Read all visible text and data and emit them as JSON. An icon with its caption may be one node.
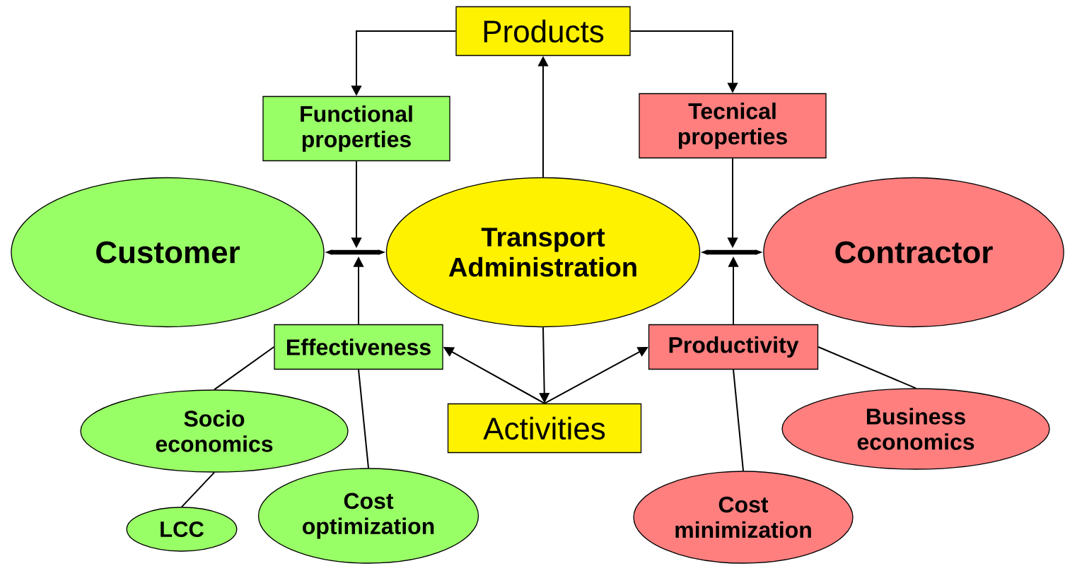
{
  "diagram": {
    "nodes": [
      {
        "text": [
          "Products"
        ]
      },
      {
        "text": [
          "Functional properties"
        ]
      },
      {
        "text": [
          "Tecnical properties"
        ]
      },
      {
        "text": [
          "Customer"
        ]
      },
      {
        "text": [
          "Transport Administration"
        ]
      },
      {
        "text": [
          "Contractor"
        ]
      },
      {
        "text": [
          "Effectiveness"
        ]
      },
      {
        "text": [
          "Productivity"
        ]
      },
      {
        "text": [
          "Activities"
        ]
      },
      {
        "text": [
          "Socio economics"
        ]
      },
      {
        "text": [
          "Business economics"
        ]
      },
      {
        "text": [
          "Cost optimization"
        ]
      },
      {
        "text": [
          "Cost minimization"
        ]
      },
      {
        "text": [
          "LCC"
        ]
      }
    ],
    "edges": [
      {
        "from": 4,
        "to": 0,
        "arrow": "to"
      },
      {
        "from": 0,
        "to": 1,
        "arrow": "to"
      },
      {
        "from": 0,
        "to": 2,
        "arrow": "to"
      },
      {
        "from": 3,
        "to": 4,
        "arrow": "both",
        "style": "thick"
      },
      {
        "from": 4,
        "to": 5,
        "arrow": "both",
        "style": "thick"
      },
      {
        "from": 1,
        "to": null,
        "arrow": "to"
      },
      {
        "from": 6,
        "to": null,
        "arrow": "to"
      },
      {
        "from": 2,
        "to": null,
        "arrow": "to"
      },
      {
        "from": 7,
        "to": null,
        "arrow": "to"
      },
      {
        "from": 4,
        "to": 8,
        "arrow": "to"
      },
      {
        "from": 8,
        "to": 6,
        "arrow": "to"
      },
      {
        "from": 8,
        "to": 7,
        "arrow": "to"
      },
      {
        "from": 6,
        "to": 9,
        "arrow": "none"
      },
      {
        "from": 6,
        "to": 11,
        "arrow": "none"
      },
      {
        "from": 9,
        "to": 13,
        "arrow": "none"
      },
      {
        "from": 7,
        "to": 12,
        "arrow": "none"
      },
      {
        "from": 7,
        "to": 10,
        "arrow": "none"
      }
    ]
  }
}
